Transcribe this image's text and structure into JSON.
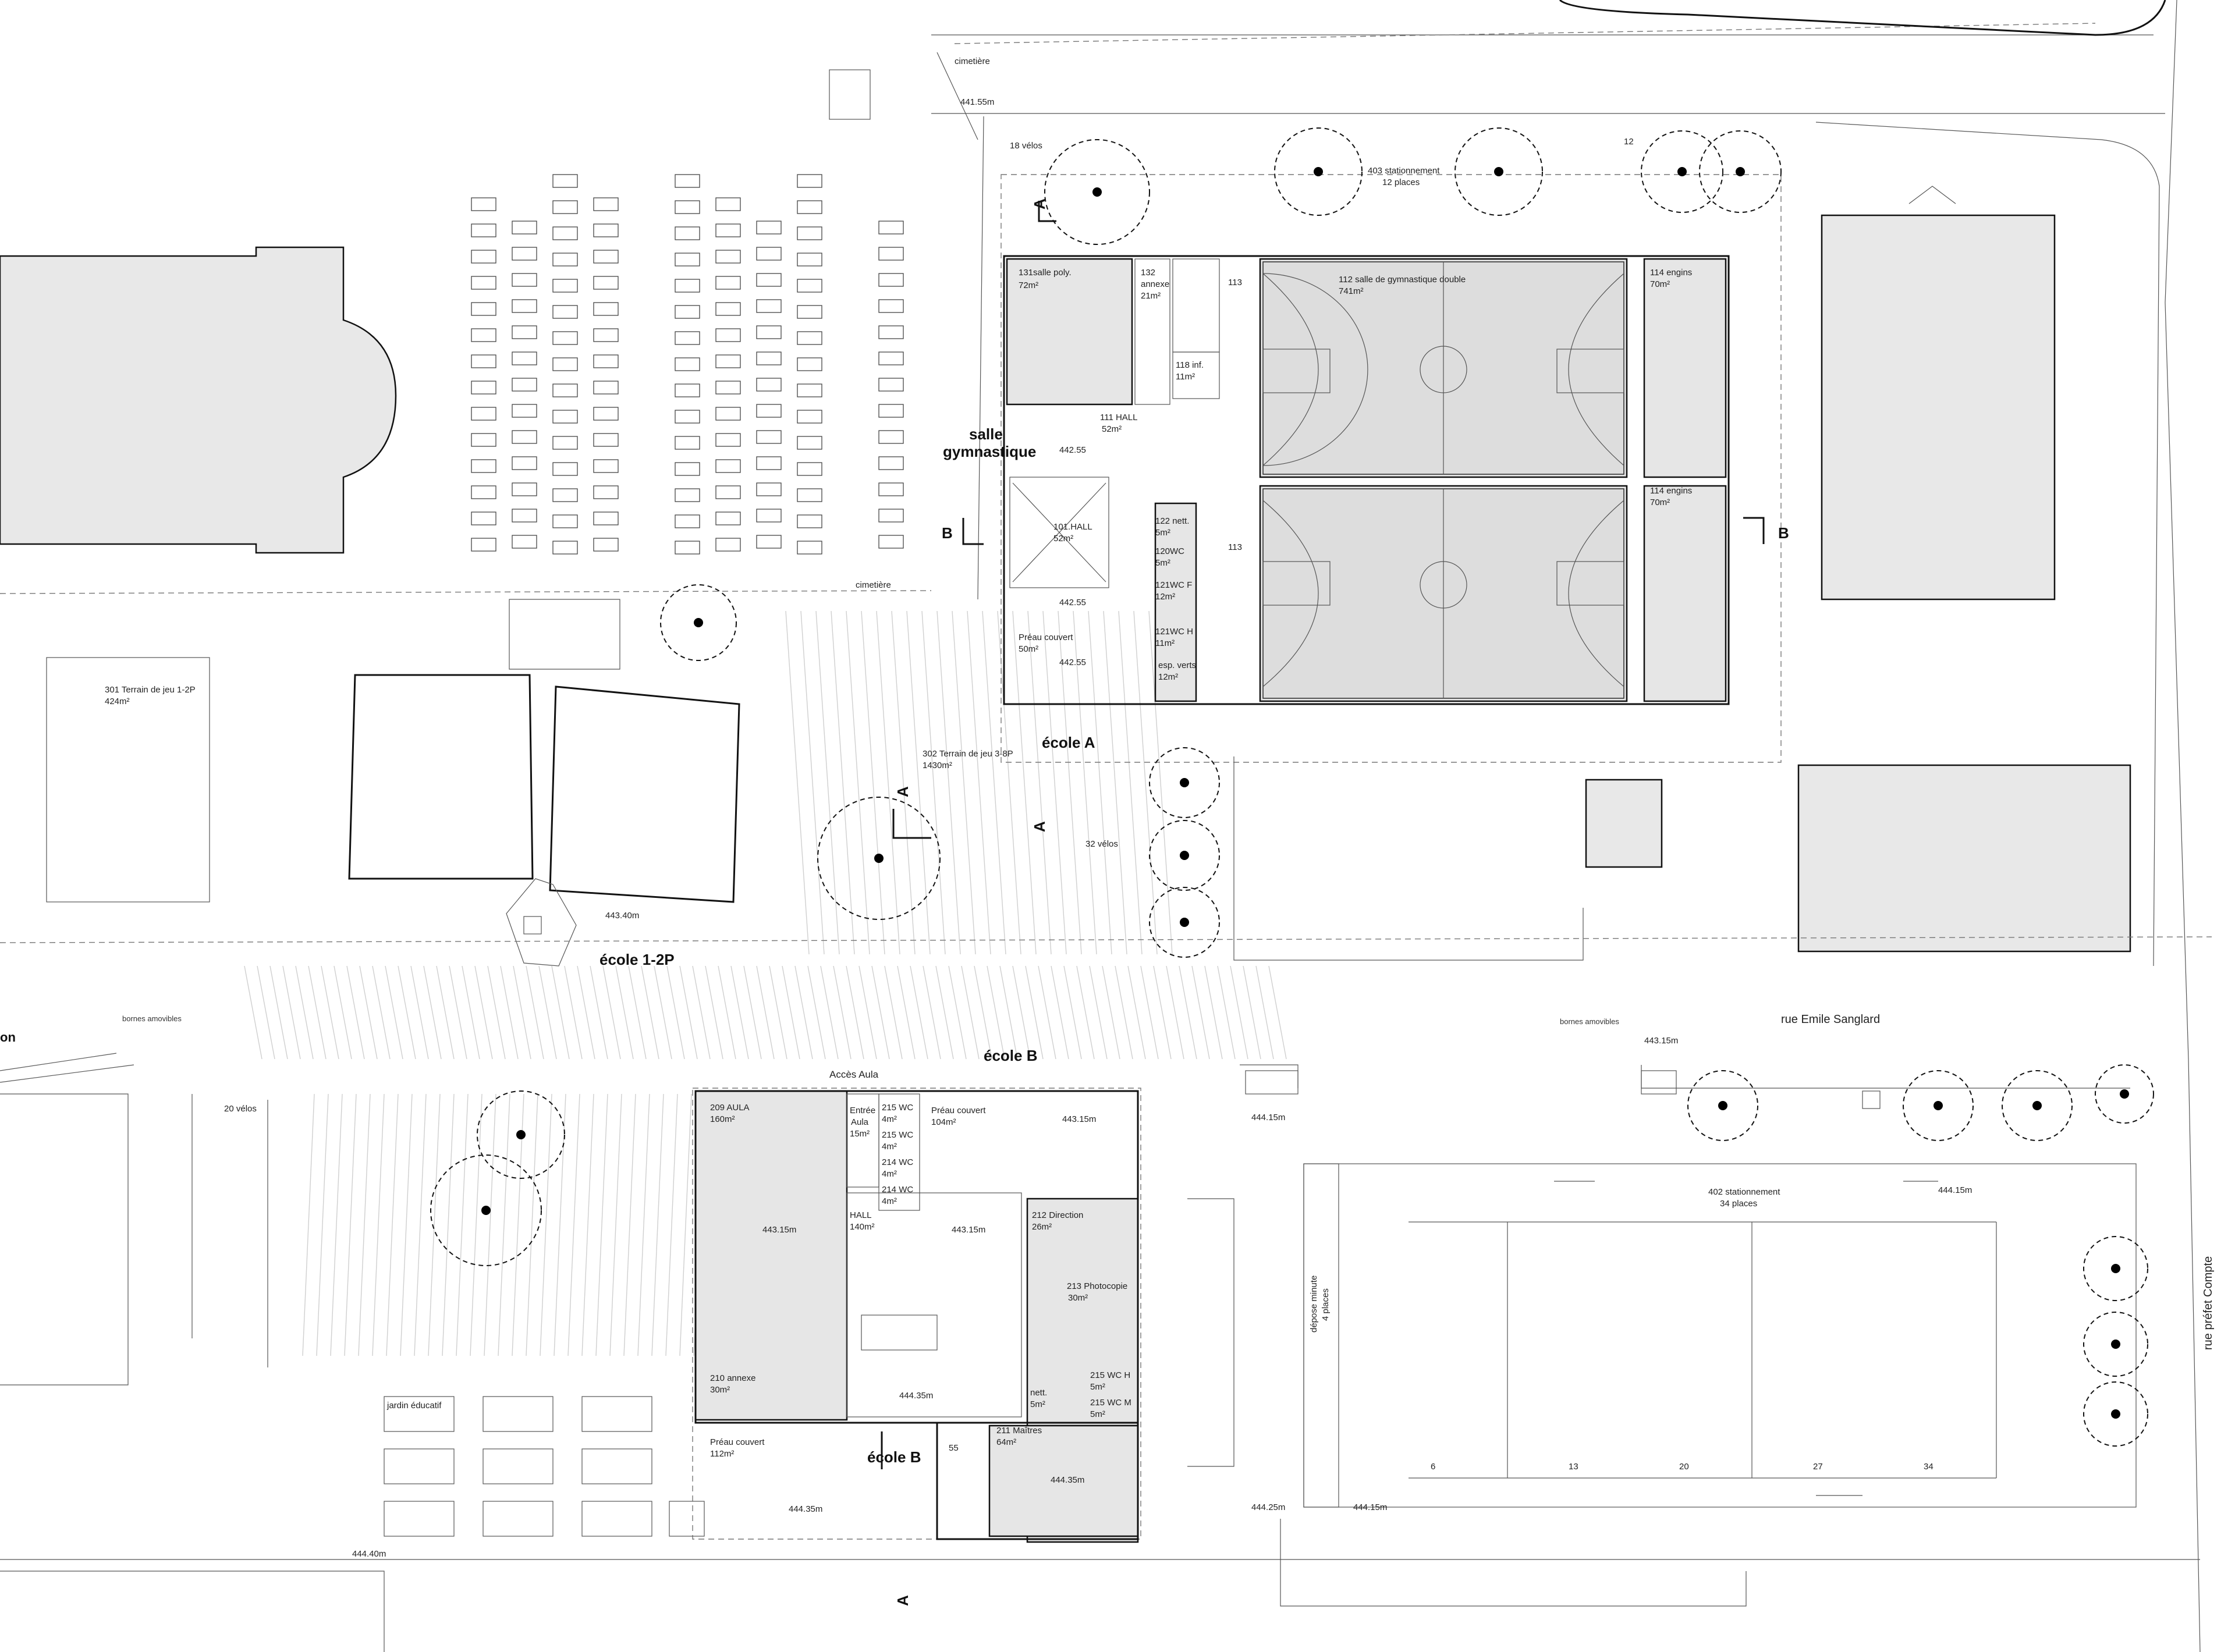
{
  "plan": {
    "north": {
      "cimetiere_top": "cimetière",
      "alt_top": "441.55m",
      "velos_18": "18 vélos",
      "parking_403_name": "403 stationnement",
      "parking_403_places": "12 places",
      "parking_403_count": "12",
      "cimetiere_mid": "cimetière"
    },
    "school_a": {
      "r131_name": "131salle poly.",
      "r131_area": "72m²",
      "r132_name": "132",
      "r132_sub": "annexe",
      "r132_area": "21m²",
      "r113_a": "113",
      "r113_b": "113",
      "r112_name": "112 salle de gymnastique double",
      "r112_area": "741m²",
      "r114_name_1": "114 engins",
      "r114_area_1": "70m²",
      "r114_name_2": "114 engins",
      "r114_area_2": "70m²",
      "r118_name": "118 inf.",
      "r118_area": "11m²",
      "r111_name": "111 HALL",
      "r111_area": "52m²",
      "alt_1": "442.55",
      "r101_name": "101.HALL",
      "r101_area": "52m²",
      "r122_name": "122 nett.",
      "r122_area": "5m²",
      "r120_name": "120WC",
      "r120_area": "5m²",
      "r121f_name": "121WC F",
      "r121f_area": "12m²",
      "alt_2": "442.55",
      "r121h_name": "121WC H",
      "r121h_area": "11m²",
      "preau_name": "Préau couvert",
      "preau_area": "50m²",
      "alt_3": "442.55",
      "esp_name": "esp. verts",
      "esp_area": "12m²",
      "salle_label_1": "salle",
      "salle_label_2": "gymnastique",
      "ecole_a": "école A"
    },
    "site": {
      "t301_name": "301 Terrain de jeu 1-2P",
      "t301_area": "424m²",
      "t302_name": "302 Terrain de jeu 3-8P",
      "t302_area": "1430m²",
      "alt_44340": "443.40m",
      "ecole_12p": "école 1-2P",
      "velos_32": "32 vélos",
      "bornes_1": "bornes amovibles",
      "bornes_2": "bornes amovibles",
      "alt_44315_road": "443.15m",
      "rue_emile": "rue Emile Sanglard",
      "velos_20": "20 vélos",
      "on_text": "on",
      "alt_44415_a": "444.15m",
      "alt_44415_b": "444.15m",
      "alt_44415_c": "444.15m",
      "alt_44425": "444.25m",
      "alt_44440": "444.40m",
      "jardin": "jardin éducatif",
      "parking_402_name": "402 stationnement",
      "parking_402_places": "34 places",
      "depose_1": "dépose minute",
      "depose_2": "4 places",
      "rue_prefet": "rue préfet Compte",
      "p_6": "6",
      "p_13": "13",
      "p_20": "20",
      "p_27": "27",
      "p_34": "34"
    },
    "school_b": {
      "acces": "Accès Aula",
      "ecole_b_top": "école B",
      "r209_name": "209 AULA",
      "r209_area": "160m²",
      "entree_1": "Entrée",
      "entree_2": "Aula",
      "entree_area": "15m²",
      "wc215a_name": "215 WC",
      "wc215a_area": "4m²",
      "wc215b_name": "215 WC",
      "wc215b_area": "4m²",
      "wc214a_name": "214 WC",
      "wc214a_area": "4m²",
      "wc214b_name": "214 WC",
      "wc214b_area": "4m²",
      "preau_name": "Préau couvert",
      "preau_area": "104m²",
      "alt_a": "443.15m",
      "alt_b": "443.15m",
      "alt_c": "443.15m",
      "hall_name": "HALL",
      "hall_area": "140m²",
      "r212_name": "212 Direction",
      "r212_area": "26m²",
      "r213_name": "213 Photocopie",
      "r213_area": "30m²",
      "r210_name": "210 annexe",
      "r210_area": "30m²",
      "nett_name": "nett.",
      "nett_area": "5m²",
      "wc215h_name": "215 WC H",
      "wc215h_area": "5m²",
      "wc215m_name": "215 WC M",
      "wc215m_area": "5m²",
      "alt_d": "444.35m",
      "r211_name": "211 Maîtres",
      "r211_area": "64m²",
      "alt_e": "444.35m",
      "preau2_name": "Préau couvert",
      "preau2_area": "112m²",
      "ecole_b_bottom": "école B",
      "s55": "55",
      "alt_f": "444.35m"
    },
    "sections": {
      "a1": "A",
      "a2": "A",
      "a3": "A",
      "a4": "A",
      "b1": "B",
      "b2": "B"
    }
  }
}
